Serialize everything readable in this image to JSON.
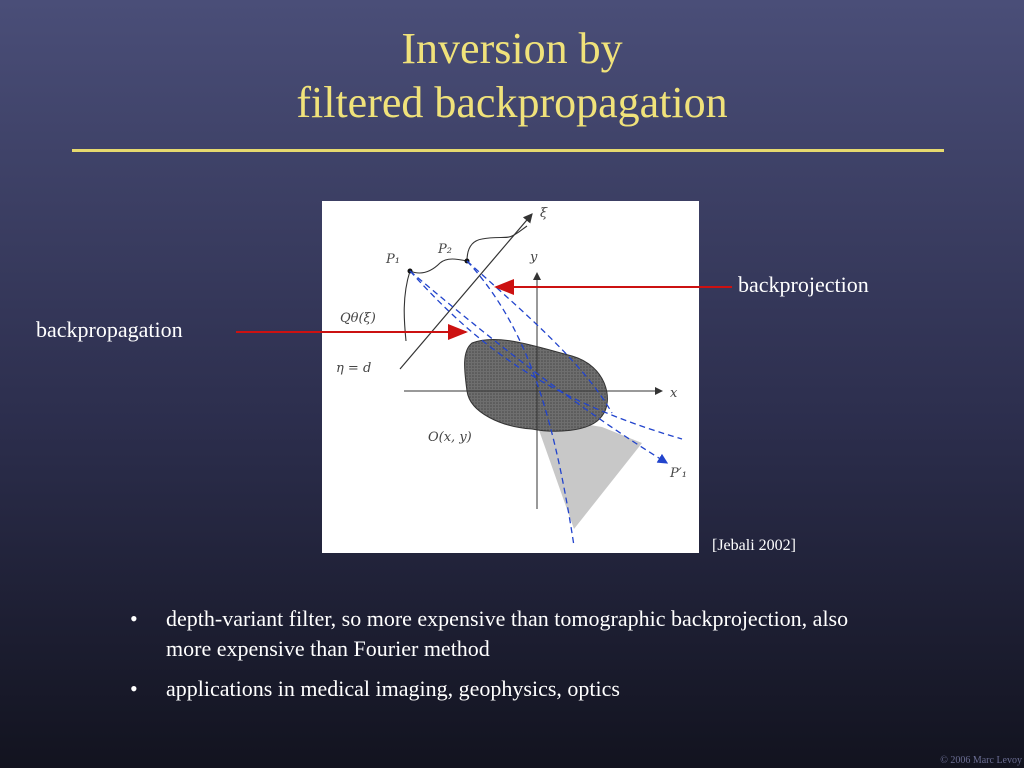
{
  "slide": {
    "title_line1": "Inversion by",
    "title_line2": "filtered backpropagation",
    "callout_right": "backprojection",
    "callout_left": "backpropagation",
    "citation": "[Jebali 2002]",
    "bullet_glyph": "•",
    "bullets": [
      "depth-variant filter, so more expensive than tomographic backprojection, also more expensive than Fourier method",
      "applications in medical imaging, geophysics, optics"
    ],
    "footer": "© 2006 Marc Levoy"
  },
  "figure": {
    "labels": {
      "xi": "ξ",
      "p1": "P₁",
      "p2": "P₂",
      "y": "y",
      "x": "x",
      "q": "Qθ(ξ)",
      "eta": "η = d",
      "o": "O(x, y)",
      "p1prime": "P′₁"
    }
  },
  "colors": {
    "title": "#f0e27a",
    "arrow": "#cc1111",
    "dashed": "#2244cc"
  }
}
